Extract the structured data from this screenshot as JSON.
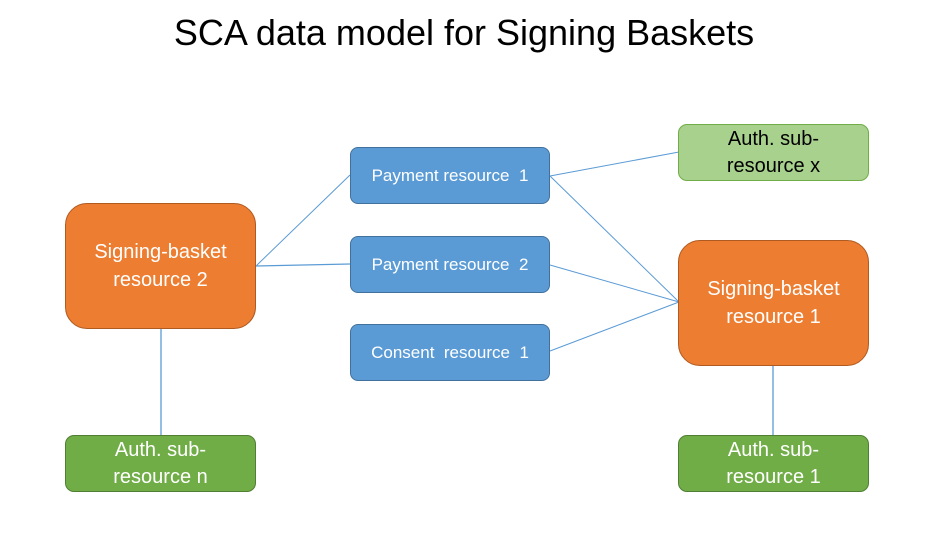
{
  "title": "SCA data model for Signing Baskets",
  "colors": {
    "signing_basket": "#ed7d31",
    "resource": "#5b9bd5",
    "auth_subresource": "#70ad47",
    "auth_subresource_light": "#a9d18e",
    "connector": "#5b9bd5"
  },
  "nodes": {
    "sb2": {
      "line1": "Signing-basket",
      "line2": "resource 2"
    },
    "sb1": {
      "line1": "Signing-basket",
      "line2": "resource 1"
    },
    "pay1": {
      "label": "Payment resource  1"
    },
    "pay2": {
      "label": "Payment resource  2"
    },
    "consent1": {
      "label": "Consent  resource  1"
    },
    "authx": {
      "line1": "Auth. sub-",
      "line2": "resource x"
    },
    "authn": {
      "line1": "Auth. sub-",
      "line2": "resource n"
    },
    "auth1": {
      "line1": "Auth. sub-",
      "line2": "resource 1"
    }
  },
  "edges": [
    {
      "from": "sb2",
      "to": "pay1"
    },
    {
      "from": "sb2",
      "to": "pay2"
    },
    {
      "from": "sb2",
      "to": "authn"
    },
    {
      "from": "pay1",
      "to": "authx"
    },
    {
      "from": "pay1",
      "to": "sb1"
    },
    {
      "from": "pay2",
      "to": "sb1"
    },
    {
      "from": "consent1",
      "to": "sb1"
    },
    {
      "from": "sb1",
      "to": "auth1"
    }
  ]
}
